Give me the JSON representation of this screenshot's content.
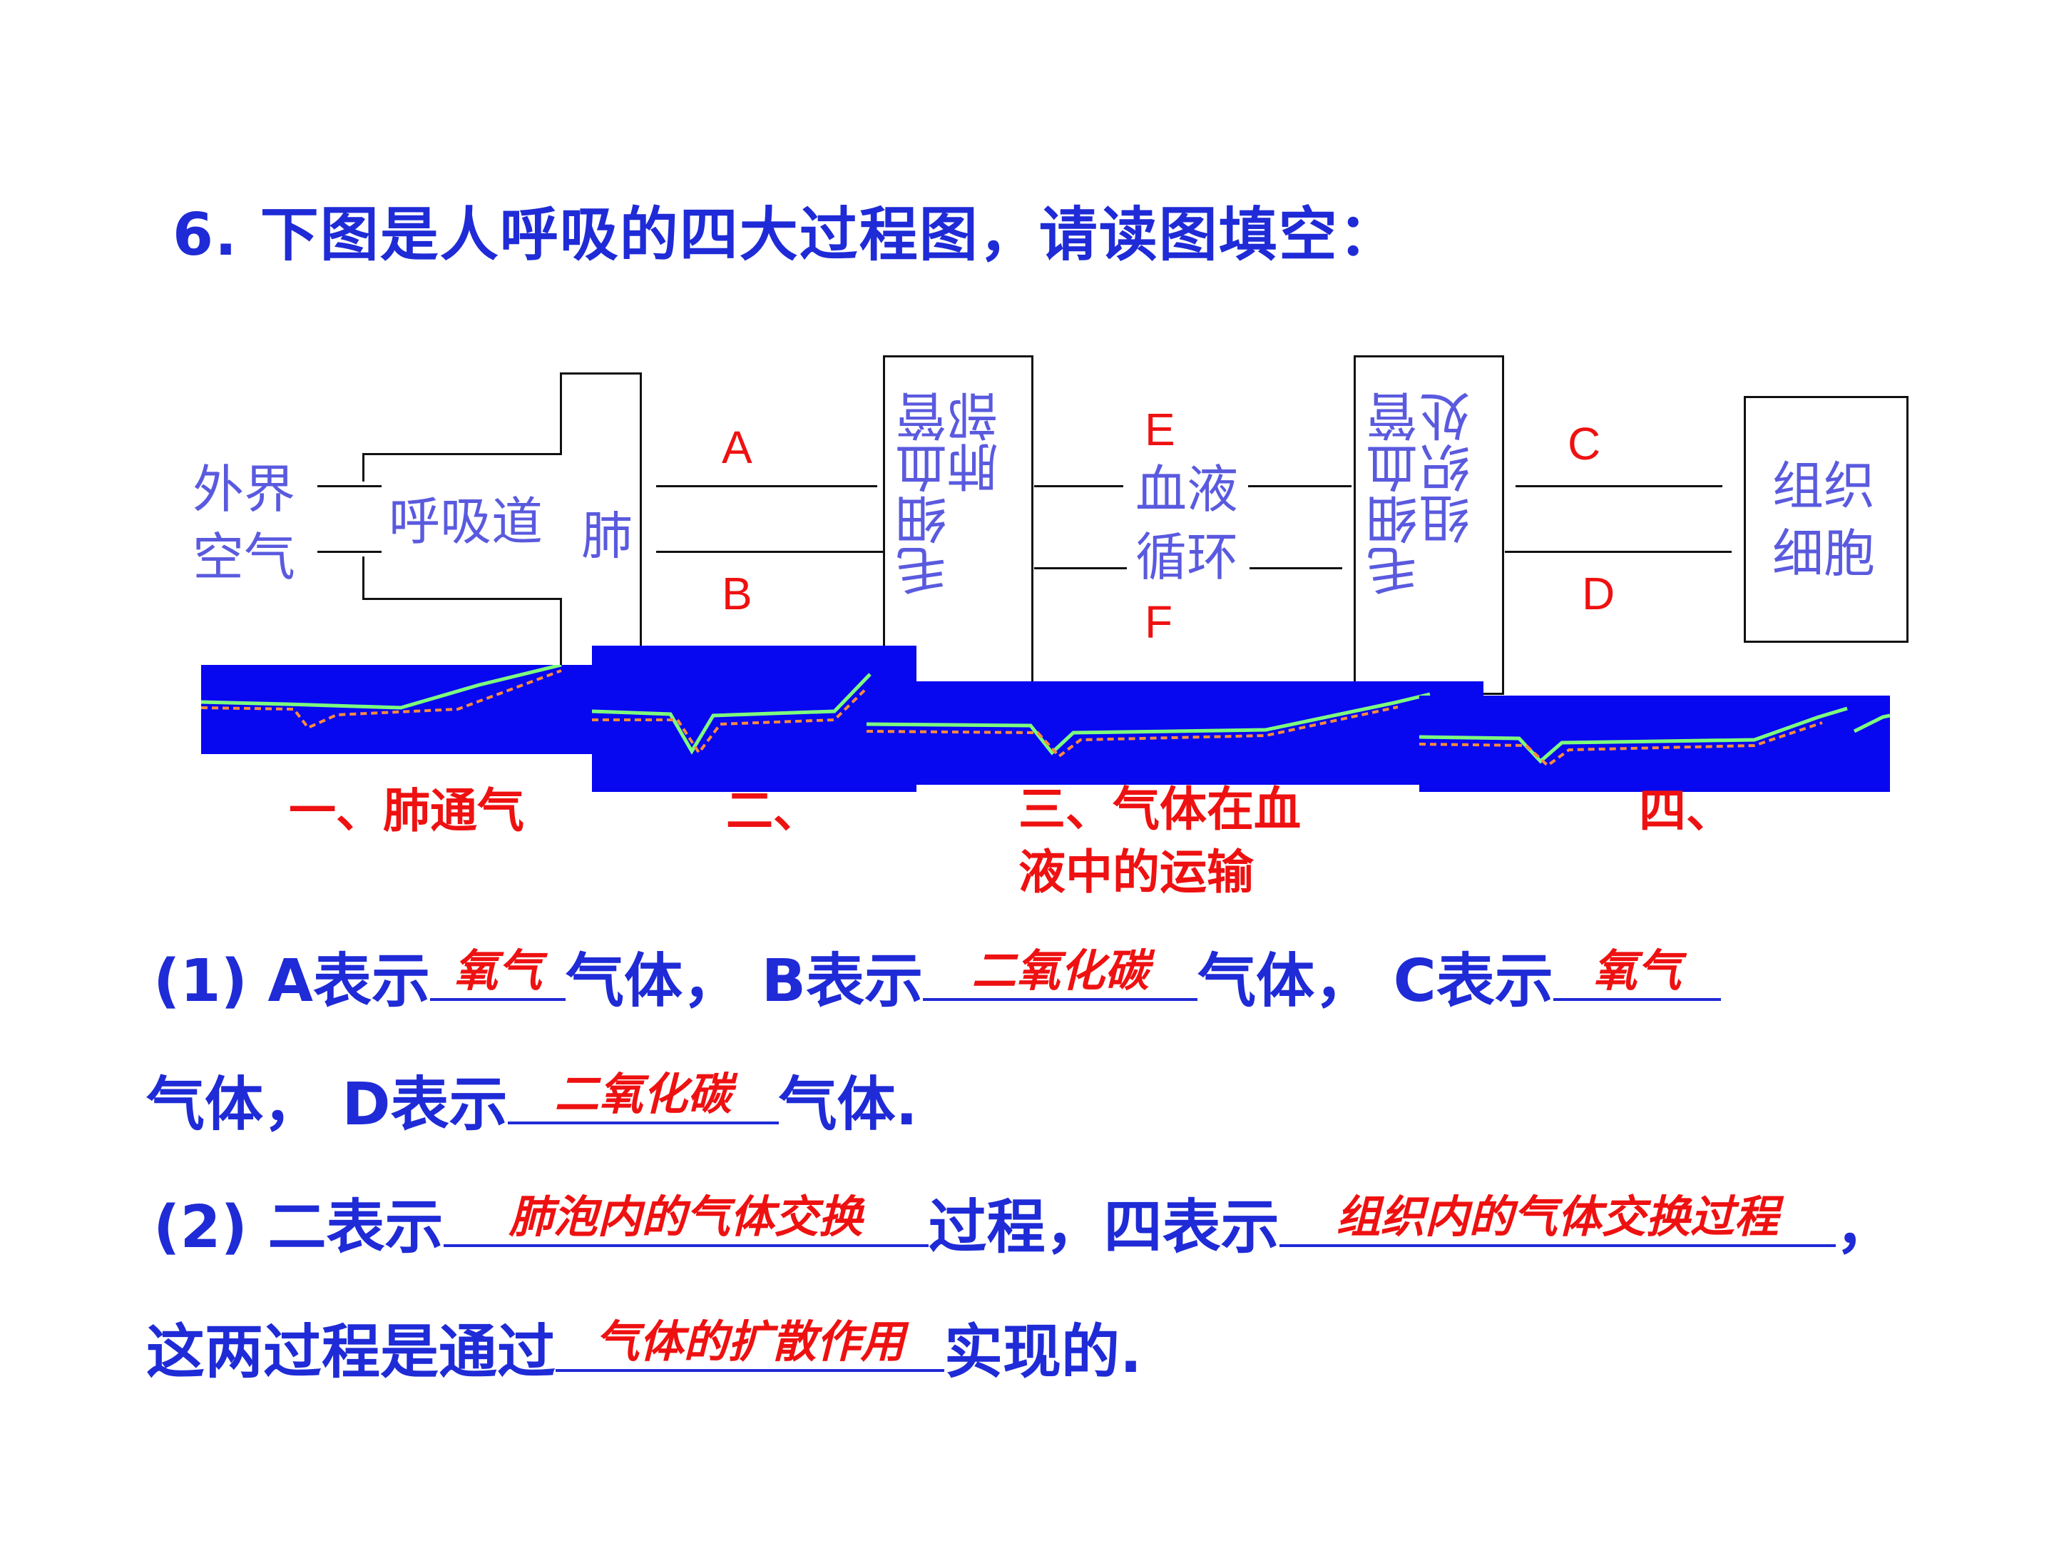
{
  "title": "6. 下图是人呼吸的四大过程图，请读图填空：",
  "diagram": {
    "outside_air": [
      "外界",
      "空气"
    ],
    "airway": "呼吸道",
    "lung": "肺",
    "lung_capillary": [
      "肺部",
      "毛细血管"
    ],
    "blood": [
      "血液",
      "循环"
    ],
    "tissue_capillary": [
      "组织处",
      "毛细血管"
    ],
    "tissue_cell": [
      "组织",
      "细胞"
    ],
    "letters": {
      "A": "A",
      "B": "B",
      "C": "C",
      "D": "D",
      "E": "E",
      "F": "F"
    },
    "steps": {
      "one": "一、肺通气",
      "two": "二、",
      "three": [
        "三、气体在血",
        "液中的运输"
      ],
      "four": "四、"
    }
  },
  "questions": {
    "q1": {
      "prefix": "(1) A表示",
      "a_answer": "氧气",
      "t1": "气体， B表示",
      "b_answer": "二氧化碳",
      "t2": "气体， C表示",
      "c_answer": "氧气",
      "line2_prefix": "气体， D表示",
      "d_answer": "二氧化碳",
      "line2_suffix": "气体."
    },
    "q2": {
      "prefix": "(2) 二表示",
      "two_answer": "肺泡内的气体交换",
      "t1": "过程，四表示",
      "four_answer": "组织内的气体交换过程",
      "t2": "，",
      "line2_prefix": "这两过程是通过",
      "via_answer": "气体的扩散作用",
      "line2_suffix": "实现的."
    }
  },
  "colors": {
    "text_blue": "#1f2bd6",
    "answer_red": "#ee1111",
    "band_blue": "#0707f0",
    "diagram_label": "#5a5adf"
  }
}
